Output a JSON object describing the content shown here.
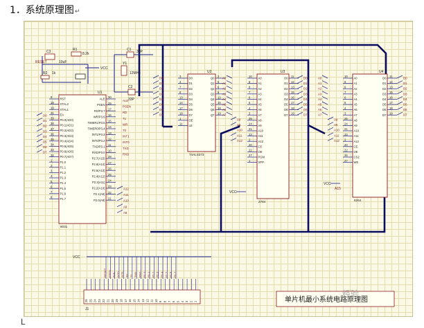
{
  "heading": {
    "text": "1．系统原理图",
    "mark": "↵"
  },
  "chips": [
    {
      "id": "U1",
      "part": "8031",
      "left_pins": [
        {
          "name": "RST",
          "num": "9"
        },
        {
          "name": "XTAL2",
          "num": "18"
        },
        {
          "name": "XTAL1",
          "num": "19"
        },
        {
          "name": "EA",
          "num": "31"
        },
        {
          "name": "P0.0(AD0)",
          "num": "39"
        },
        {
          "name": "P0.1(AD1)",
          "num": "38"
        },
        {
          "name": "P0.2(AD2)",
          "num": "37"
        },
        {
          "name": "P0.3(AD3)",
          "num": "36"
        },
        {
          "name": "P0.4(AD4)",
          "num": "35"
        },
        {
          "name": "P0.5(AD5)",
          "num": "34"
        },
        {
          "name": "P0.6(AD6)",
          "num": "33"
        },
        {
          "name": "P0.7(AD7)",
          "num": "32"
        },
        {
          "name": "P1.0",
          "num": "1"
        },
        {
          "name": "P1.1",
          "num": "2"
        },
        {
          "name": "P1.2",
          "num": "3"
        },
        {
          "name": "P1.3",
          "num": "4"
        },
        {
          "name": "P1.4",
          "num": "5"
        },
        {
          "name": "P1.5",
          "num": "6"
        },
        {
          "name": "P1.6",
          "num": "7"
        },
        {
          "name": "P1.7",
          "num": "8"
        }
      ],
      "right_pins": [
        {
          "name": "ALE",
          "num": "30"
        },
        {
          "name": "PSEN",
          "num": "29"
        },
        {
          "name": "RD/P3.7",
          "num": "17"
        },
        {
          "name": "WR/P3.6",
          "num": "16"
        },
        {
          "name": "TIMER1/P3.5",
          "num": "15"
        },
        {
          "name": "TIMER0/P3.4",
          "num": "14"
        },
        {
          "name": "INT1/P3.3",
          "num": "13"
        },
        {
          "name": "INT0/P3.2",
          "num": "12"
        },
        {
          "name": "TXD/P3.1",
          "num": "11"
        },
        {
          "name": "RXD/P3.0",
          "num": "10"
        },
        {
          "name": "P2.7(A15)",
          "num": "28"
        },
        {
          "name": "P2.6(A14)",
          "num": "27"
        },
        {
          "name": "P2.5(A13)",
          "num": "26"
        },
        {
          "name": "P2.4(A12)",
          "num": "25"
        },
        {
          "name": "P2.3(A11)",
          "num": "24"
        },
        {
          "name": "P2.2(A10)",
          "num": "23"
        },
        {
          "name": "P2.1(A9)",
          "num": "22"
        },
        {
          "name": "P2.0(A8)",
          "num": "21"
        }
      ]
    },
    {
      "id": "U2",
      "part": "74ALS373",
      "left_pins": [
        {
          "name": "D0",
          "num": "3"
        },
        {
          "name": "D1",
          "num": "4"
        },
        {
          "name": "D2",
          "num": "7"
        },
        {
          "name": "D3",
          "num": "8"
        },
        {
          "name": "D4",
          "num": "13"
        },
        {
          "name": "D5",
          "num": "14"
        },
        {
          "name": "D6",
          "num": "17"
        },
        {
          "name": "D7",
          "num": "18"
        },
        {
          "name": "OE",
          "num": "1"
        },
        {
          "name": "LE",
          "num": "11"
        }
      ],
      "right_pins": [
        {
          "name": "Q0",
          "num": "2"
        },
        {
          "name": "Q1",
          "num": "5"
        },
        {
          "name": "Q2",
          "num": "6"
        },
        {
          "name": "Q3",
          "num": "9"
        },
        {
          "name": "Q4",
          "num": "12"
        },
        {
          "name": "Q5",
          "num": "15"
        },
        {
          "name": "Q6",
          "num": "16"
        },
        {
          "name": "Q7",
          "num": "19"
        }
      ]
    },
    {
      "id": "U3",
      "part": "2764",
      "left_pins": [
        {
          "name": "A0",
          "num": "10"
        },
        {
          "name": "A1",
          "num": "9"
        },
        {
          "name": "A2",
          "num": "8"
        },
        {
          "name": "A3",
          "num": "7"
        },
        {
          "name": "A4",
          "num": "6"
        },
        {
          "name": "A5",
          "num": "5"
        },
        {
          "name": "A6",
          "num": "4"
        },
        {
          "name": "A7",
          "num": "3"
        },
        {
          "name": "A8",
          "num": "25"
        },
        {
          "name": "A9",
          "num": "24"
        },
        {
          "name": "A10",
          "num": "21"
        },
        {
          "name": "A11",
          "num": "23"
        },
        {
          "name": "A12",
          "num": "2"
        },
        {
          "name": "CE",
          "num": "20"
        },
        {
          "name": "OE",
          "num": "22"
        },
        {
          "name": "PGM",
          "num": "27"
        },
        {
          "name": "VPP",
          "num": "1"
        }
      ],
      "right_pins": [
        {
          "name": "O0",
          "num": "11"
        },
        {
          "name": "O1",
          "num": "12"
        },
        {
          "name": "O2",
          "num": "13"
        },
        {
          "name": "O3",
          "num": "15"
        },
        {
          "name": "O4",
          "num": "16"
        },
        {
          "name": "O5",
          "num": "17"
        },
        {
          "name": "O6",
          "num": "18"
        },
        {
          "name": "O7",
          "num": "19"
        }
      ]
    },
    {
      "id": "U4",
      "part": "6264",
      "left_pins": [
        {
          "name": "A0",
          "num": "10"
        },
        {
          "name": "A1",
          "num": "9"
        },
        {
          "name": "A2",
          "num": "8"
        },
        {
          "name": "A3",
          "num": "7"
        },
        {
          "name": "A4",
          "num": "6"
        },
        {
          "name": "A5",
          "num": "5"
        },
        {
          "name": "A6",
          "num": "4"
        },
        {
          "name": "A7",
          "num": "3"
        },
        {
          "name": "A8",
          "num": "25"
        },
        {
          "name": "A9",
          "num": "24"
        },
        {
          "name": "A10",
          "num": "21"
        },
        {
          "name": "A11",
          "num": "23"
        },
        {
          "name": "A12",
          "num": "2"
        },
        {
          "name": "CE",
          "num": "20"
        },
        {
          "name": "OE",
          "num": "22"
        },
        {
          "name": "CS2",
          "num": "26"
        },
        {
          "name": "WE",
          "num": "27"
        }
      ],
      "right_pins": [
        {
          "name": "D0",
          "num": "11"
        },
        {
          "name": "D1",
          "num": "12"
        },
        {
          "name": "D2",
          "num": "13"
        },
        {
          "name": "D3",
          "num": "15"
        },
        {
          "name": "D4",
          "num": "16"
        },
        {
          "name": "D5",
          "num": "17"
        },
        {
          "name": "D6",
          "num": "18"
        },
        {
          "name": "D7",
          "num": "19"
        }
      ]
    }
  ],
  "bus_labels": {
    "data": [
      "D0",
      "D1",
      "D2",
      "D3",
      "D4",
      "D5",
      "D6",
      "D7"
    ],
    "addr_low": [
      "A0",
      "A1",
      "A2",
      "A3",
      "A4",
      "A5",
      "A6",
      "A7"
    ],
    "addr_high": [
      "A8",
      "A9",
      "A10",
      "A11",
      "A12"
    ],
    "u1_p2": [
      "A12",
      "A11",
      "A10",
      "A9",
      "A8"
    ],
    "u1_ctrl": [
      "ALE",
      "PSEN",
      "RD",
      "T1",
      "WR",
      "T0",
      "INT1",
      "INT0",
      "TXD",
      "RXD"
    ]
  },
  "components": {
    "c3": {
      "label": "C3",
      "value": "10uF"
    },
    "r1": {
      "label": "R1",
      "value": "8.2k"
    },
    "r2": {
      "label": "R2",
      "value": "1k"
    },
    "reset": {
      "label": "RESET"
    },
    "vcc_reset": {
      "label": "VCC"
    },
    "c1": {
      "label": "C1",
      "value": "33P"
    },
    "c2": {
      "label": "C2",
      "value": "33P"
    },
    "y1": {
      "label": "Y1",
      "value": "12MHz"
    },
    "a15_u4": {
      "label": "A15"
    },
    "vcc_u3": {
      "label": "VCC"
    },
    "vcc_u4": {
      "label": "VCC"
    }
  },
  "connector": {
    "id": "J1",
    "vcc": "VCC",
    "pins": [
      "26",
      "25",
      "24",
      "23",
      "22",
      "21",
      "20",
      "19",
      "18",
      "17",
      "16",
      "15",
      "14",
      "13",
      "12",
      "11",
      "10",
      "9",
      "8",
      "7",
      "6",
      "5",
      "4",
      "3",
      "2",
      "1"
    ],
    "signals": [
      "RESET",
      "PSEN",
      "ALE",
      "INT0",
      "INT1",
      "T0",
      "T1",
      "TXD",
      "RXD",
      "P1.0",
      "P1.1",
      "P1.2",
      "P1.3",
      "P1.4",
      "P1.5",
      "P1.6",
      "P1.7"
    ]
  },
  "title_block": {
    "text": "单片机最小系统电路原理图"
  },
  "footer_mark": "L",
  "watermark": "经验",
  "colors": {
    "wire": "#1a1f8f",
    "bus": "#0a0d5e",
    "part": "#8b1a1a",
    "chip_fill": "#fffff2",
    "text": "#1a1a1a"
  }
}
